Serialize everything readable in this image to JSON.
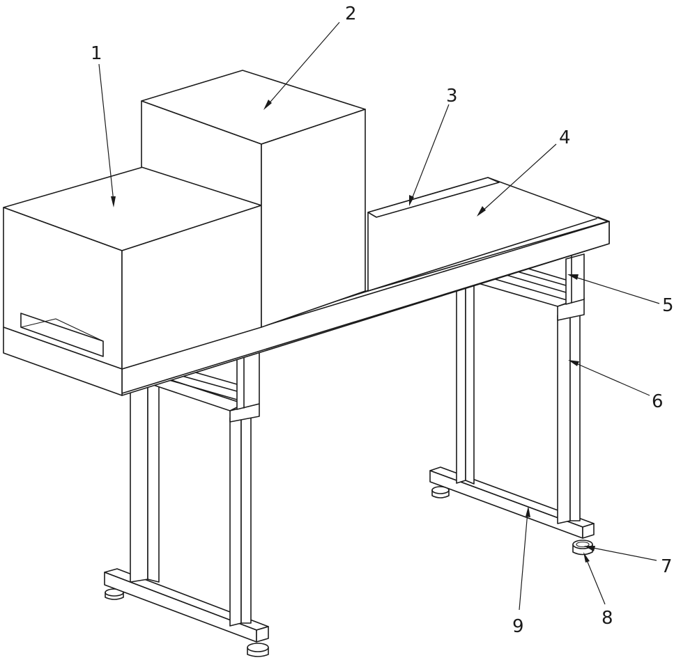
{
  "figure": {
    "callouts": [
      {
        "id": "1",
        "label": "1"
      },
      {
        "id": "2",
        "label": "2"
      },
      {
        "id": "3",
        "label": "3"
      },
      {
        "id": "4",
        "label": "4"
      },
      {
        "id": "5",
        "label": "5"
      },
      {
        "id": "6",
        "label": "6"
      },
      {
        "id": "7",
        "label": "7"
      },
      {
        "id": "8",
        "label": "8"
      },
      {
        "id": "9",
        "label": "9"
      }
    ]
  }
}
